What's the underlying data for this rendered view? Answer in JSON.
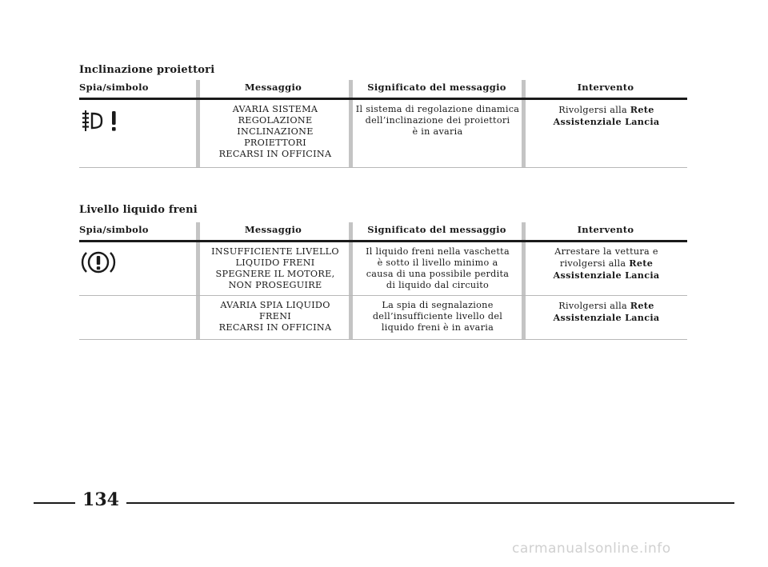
{
  "sections": [
    {
      "title": "Inclinazione proiettori",
      "headers": {
        "spia": "Spia/simbolo",
        "messaggio": "Messaggio",
        "significato": "Significato del messaggio",
        "intervento": "Intervento"
      },
      "icon": "headlight-leveling-warning-icon",
      "rows": [
        {
          "messaggio": [
            "AVARIA SISTEMA",
            "REGOLAZIONE",
            "INCLINAZIONE",
            "PROIETTORI",
            "RECARSI IN OFFICINA"
          ],
          "significato": [
            "Il sistema di regolazione dinamica",
            "dell’inclinazione dei proiettori",
            "è in avaria"
          ],
          "intervento_plain": "Rivolgersi alla ",
          "intervento_bold1": "Rete",
          "intervento_bold2": "Assistenziale Lancia"
        }
      ]
    },
    {
      "title": "Livello liquido freni",
      "headers": {
        "spia": "Spia/simbolo",
        "messaggio": "Messaggio",
        "significato": "Significato del messaggio",
        "intervento": "Intervento"
      },
      "icon": "brake-fluid-warning-icon",
      "rows": [
        {
          "messaggio": [
            "INSUFFICIENTE LIVELLO",
            "LIQUIDO FRENI",
            "SPEGNERE IL MOTORE,",
            "NON PROSEGUIRE"
          ],
          "significato": [
            "Il liquido freni nella vaschetta",
            "è sotto il livello minimo a",
            "causa di una possibile perdita",
            "di liquido dal circuito"
          ],
          "intervento_pre": "Arrestare la vettura e",
          "intervento_plain": "rivolgersi alla ",
          "intervento_bold1": "Rete",
          "intervento_bold2": "Assistenziale Lancia"
        },
        {
          "messaggio": [
            "AVARIA SPIA LIQUIDO",
            "FRENI",
            "RECARSI IN OFFICINA"
          ],
          "significato": [
            "La spia di segnalazione",
            "dell’insufficiente livello del",
            "liquido freni è in avaria"
          ],
          "intervento_plain": "Rivolgersi alla ",
          "intervento_bold1": "Rete",
          "intervento_bold2": "Assistenziale Lancia"
        }
      ]
    }
  ],
  "page_number": "134",
  "watermark": "carmanualsonline.info"
}
